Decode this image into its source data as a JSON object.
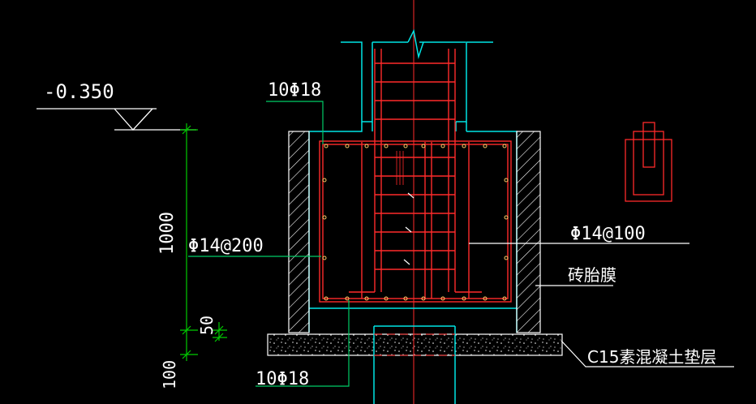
{
  "labels": {
    "elevation": "-0.350",
    "rebar_top": "10Φ18",
    "rebar_bottom": "10Φ18",
    "rebar_left_spacing": "Φ14@200",
    "rebar_right_spacing": "Φ14@100",
    "brick_mould": "砖胎膜",
    "cushion": "C15素混凝土垫层",
    "dim_height": "1000",
    "dim_cover": "50",
    "dim_cushion": "100"
  },
  "colors": {
    "background": "#000000",
    "outline": "#00e5e5",
    "rebar": "#ff2a2a",
    "dimension": "#00cc00",
    "leader": "#ffffff",
    "hatch": "#ffffff"
  }
}
